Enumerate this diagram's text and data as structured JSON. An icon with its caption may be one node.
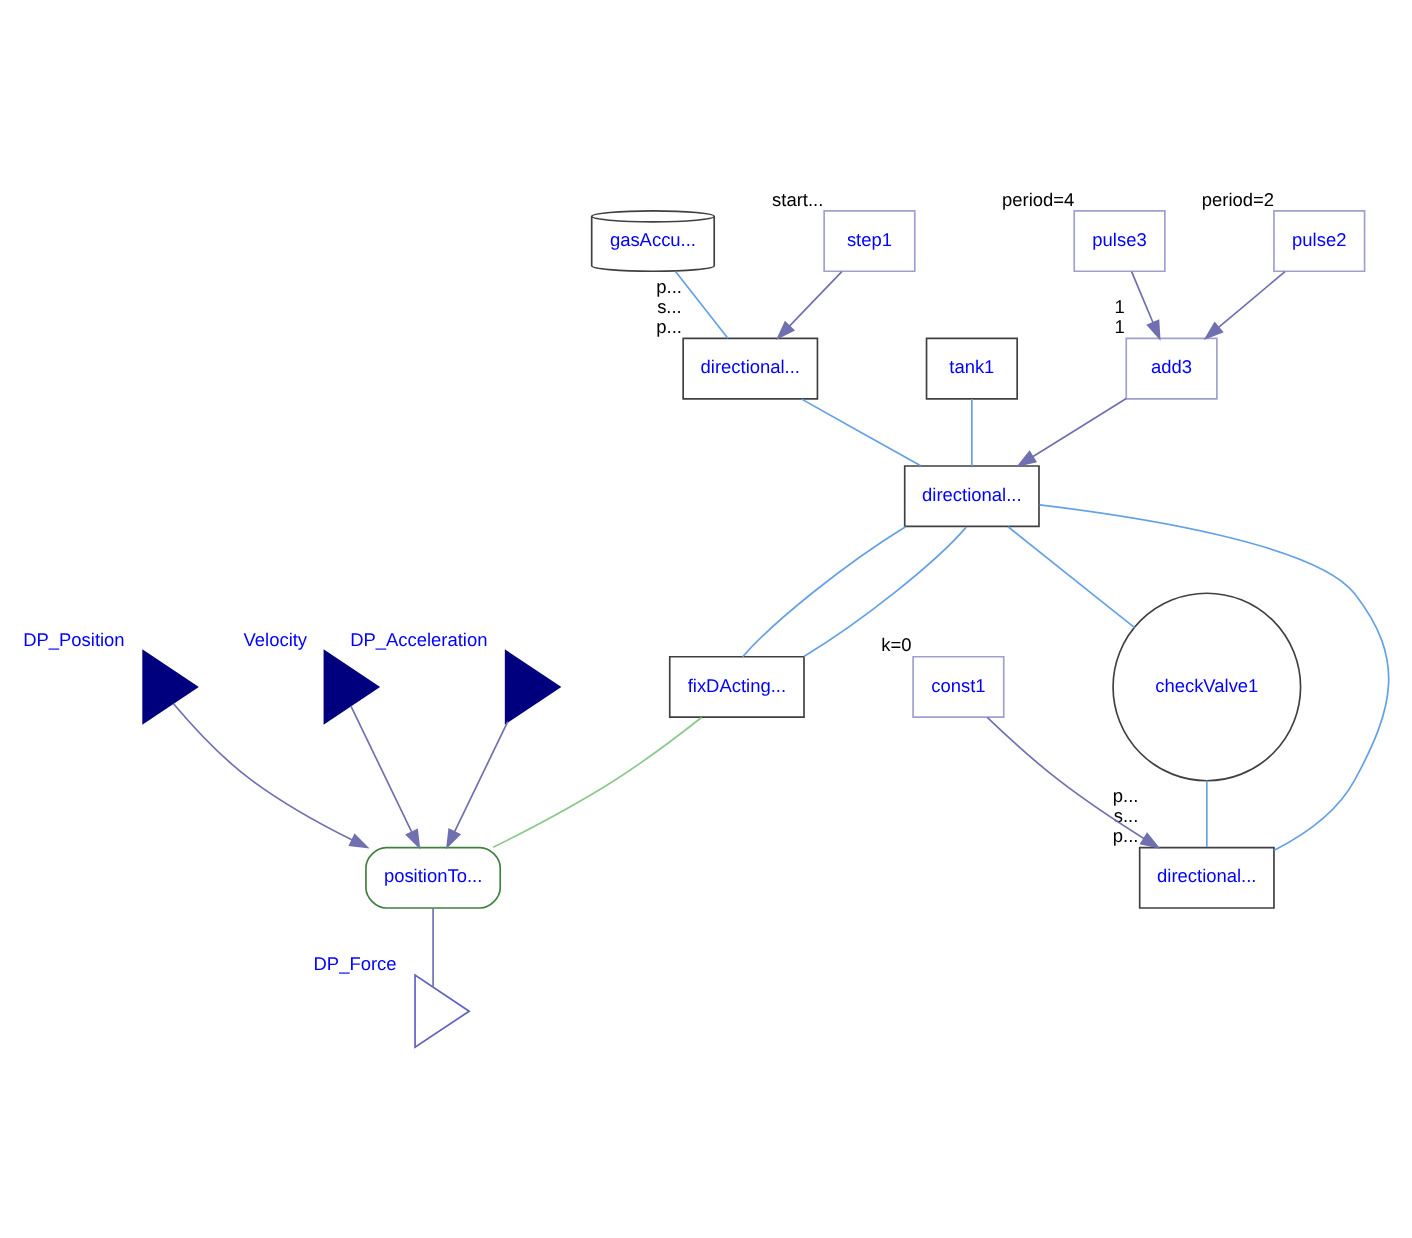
{
  "diagram": {
    "nodes": [
      {
        "text": [
          "DP_Position"
        ]
      },
      {
        "text": [
          "Velocity"
        ]
      },
      {
        "text": [
          "DP_Acceleration"
        ]
      },
      {
        "text": [
          "DP_Force"
        ]
      },
      {
        "text": [
          "gasAccu..."
        ]
      },
      {
        "text": [
          "directional..."
        ],
        "beside": [
          "p...",
          "s...",
          "p..."
        ]
      },
      {
        "text": [
          "step1"
        ],
        "beside": [
          "start..."
        ]
      },
      {
        "text": [
          "tank1"
        ]
      },
      {
        "text": [
          "directional..."
        ]
      },
      {
        "text": [
          "add3"
        ],
        "beside": [
          "1",
          "1"
        ]
      },
      {
        "text": [
          "pulse3"
        ],
        "beside": [
          "period=4"
        ]
      },
      {
        "text": [
          "pulse2"
        ],
        "beside": [
          "period=2"
        ]
      },
      {
        "text": [
          "checkValve1"
        ]
      },
      {
        "text": [
          "fixDActing..."
        ]
      },
      {
        "text": [
          "directional..."
        ],
        "beside": [
          "p...",
          "s...",
          "p..."
        ]
      },
      {
        "text": [
          "const1"
        ],
        "beside": [
          "k=0"
        ]
      },
      {
        "text": [
          "positionTo..."
        ]
      }
    ],
    "edges": [
      {
        "from": 4,
        "to": 5,
        "arrow": "none",
        "color": "#64a0e6"
      },
      {
        "from": 6,
        "to": 5,
        "arrow": "to"
      },
      {
        "from": 5,
        "to": 8,
        "arrow": "none",
        "color": "#64a0e6"
      },
      {
        "from": 7,
        "to": 8,
        "arrow": "none",
        "color": "#64a0e6"
      },
      {
        "from": 9,
        "to": 8,
        "arrow": "to"
      },
      {
        "from": 10,
        "to": 9,
        "arrow": "to"
      },
      {
        "from": 11,
        "to": 9,
        "arrow": "to"
      },
      {
        "from": 8,
        "to": 12,
        "arrow": "none",
        "color": "#64a0e6"
      },
      {
        "from": 8,
        "to": 13,
        "arrow": "none",
        "color": "#64a0e6"
      },
      {
        "from": 8,
        "to": 14,
        "arrow": "none",
        "color": "#64a0e6"
      },
      {
        "from": 8,
        "to": 13,
        "arrow": "none",
        "color": "#64a0e6"
      },
      {
        "from": 12,
        "to": 14,
        "arrow": "none",
        "color": "#64a0e6"
      },
      {
        "from": 15,
        "to": 14,
        "arrow": "to"
      },
      {
        "from": 13,
        "to": 16,
        "arrow": "none",
        "color": "#8cc88c"
      },
      {
        "from": 0,
        "to": 16,
        "arrow": "to"
      },
      {
        "from": 1,
        "to": 16,
        "arrow": "to"
      },
      {
        "from": 2,
        "to": 16,
        "arrow": "to"
      },
      {
        "from": 16,
        "to": 3,
        "arrow": "none"
      }
    ]
  }
}
